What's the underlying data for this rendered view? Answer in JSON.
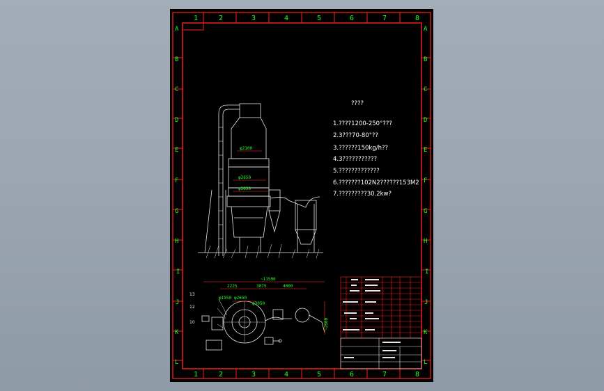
{
  "frame": {
    "column_labels": [
      "1",
      "2",
      "3",
      "4",
      "5",
      "6",
      "7",
      "8"
    ],
    "row_labels": [
      "A",
      "B",
      "C",
      "D",
      "E",
      "F",
      "G",
      "H",
      "I",
      "J",
      "K",
      "L"
    ]
  },
  "notes": {
    "title": "????",
    "lines": [
      "1.????1200-250°???",
      "2.3???70-80°??",
      "3.??????150kg/h??",
      "4.3???????????",
      "5.?????????????",
      "6.???????102N2??????153M2",
      "7.?????????30.2kw?"
    ]
  },
  "elevation": {
    "dimensions": [
      "φ2100",
      "φ2650",
      "φ3650"
    ]
  },
  "plan": {
    "dimensions": {
      "overall": "~11500",
      "seg1": "2225",
      "seg2": "3075",
      "seg3": "4000",
      "d1": "φ1950",
      "d2": "φ2650",
      "d3": "φ3050",
      "side": "~2600"
    },
    "callouts": [
      "13",
      "12",
      "10"
    ]
  },
  "colors": {
    "frame": "#ff2020",
    "grid_labels": "#20ff20",
    "drawing": "#e8e8e8",
    "dimension": "#ff3030",
    "background": "#000000"
  }
}
